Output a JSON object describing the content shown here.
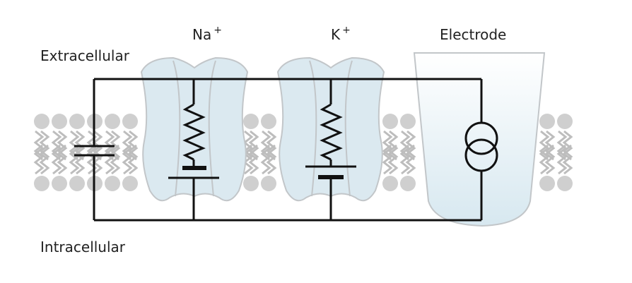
{
  "labels": {
    "extracellular": "Extracellular",
    "intracellular": "Intracellular",
    "sodium": "Na",
    "sodium_charge": "+",
    "potassium": "K",
    "potassium_charge": "+",
    "electrode": "Electrode"
  },
  "colors": {
    "line": "#111111",
    "lipid_head": "#cfcfcf",
    "lipid_tail": "#bdbdbd",
    "channel_fill": "#dbe9f0",
    "channel_stroke": "#c2c6c9",
    "electrode_fill_top": "#ffffff",
    "electrode_fill_bottom": "#d7e8f0"
  },
  "components": {
    "membrane": "lipid-bilayer",
    "capacitor": "membrane-capacitance",
    "channels": [
      {
        "ion": "Na",
        "elements": [
          "resistor",
          "battery"
        ]
      },
      {
        "ion": "K",
        "elements": [
          "resistor",
          "battery"
        ]
      }
    ],
    "electrode": "current-source"
  }
}
